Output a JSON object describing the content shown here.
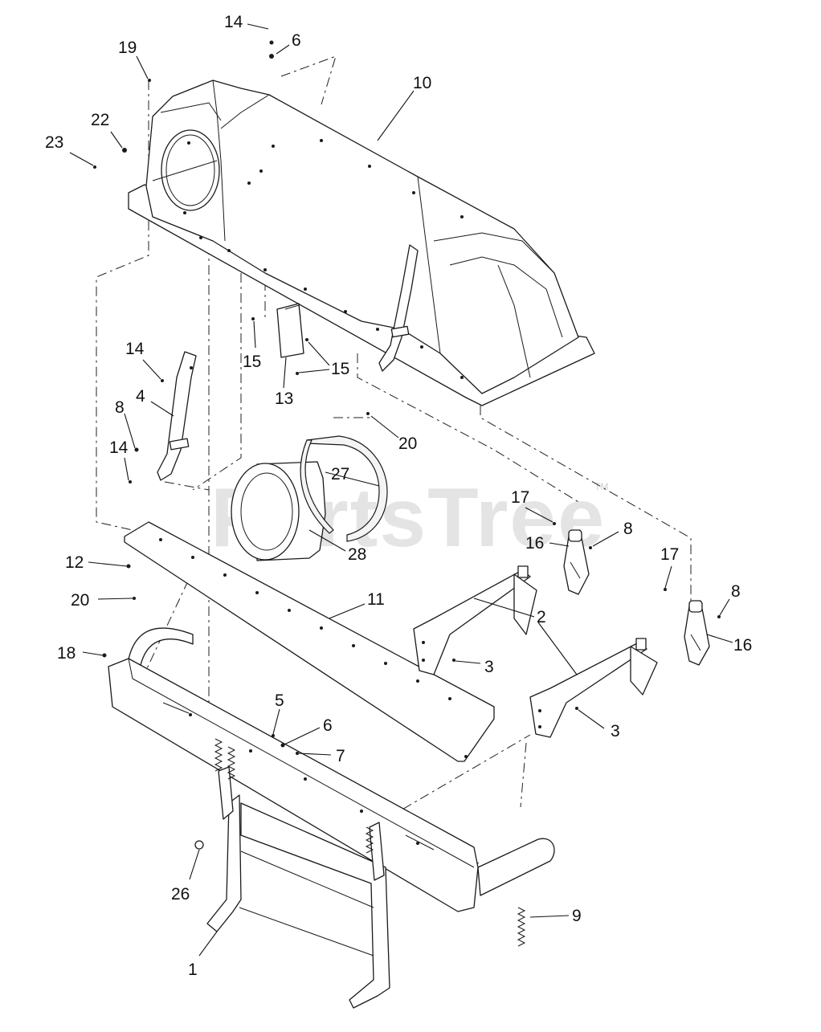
{
  "watermark": {
    "text": "PartsTree",
    "mark": "TM"
  },
  "callouts": {
    "c1": "1",
    "c2": "2",
    "c3a": "3",
    "c3b": "3",
    "c4": "4",
    "c5": "5",
    "c6a": "6",
    "c6b": "6",
    "c7": "7",
    "c8a": "8",
    "c8b": "8",
    "c8c": "8",
    "c9": "9",
    "c10": "10",
    "c11": "11",
    "c12": "12",
    "c13": "13",
    "c14a": "14",
    "c14b": "14",
    "c14c": "14",
    "c15a": "15",
    "c15b": "15",
    "c16a": "16",
    "c16b": "16",
    "c17a": "17",
    "c17b": "17",
    "c18": "18",
    "c19": "19",
    "c20a": "20",
    "c20b": "20",
    "c22": "22",
    "c23": "23",
    "c26": "26",
    "c27": "27",
    "c28": "28"
  }
}
